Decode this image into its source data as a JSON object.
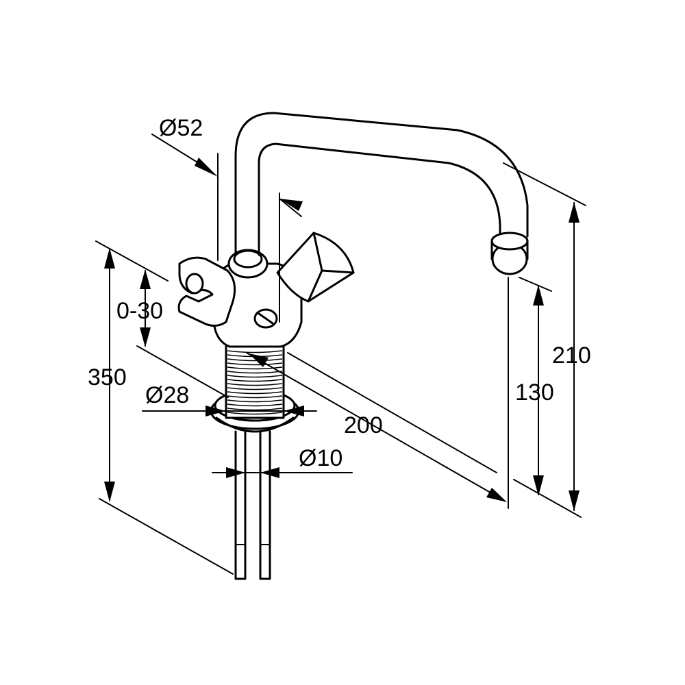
{
  "dimensions": {
    "spout_diameter": "Ø52",
    "swivel_range": "0-30",
    "total_height": "350",
    "shank_diameter": "Ø28",
    "spout_reach": "200",
    "tube_diameter": "Ø10",
    "spout_height": "130",
    "overall_height": "210"
  }
}
